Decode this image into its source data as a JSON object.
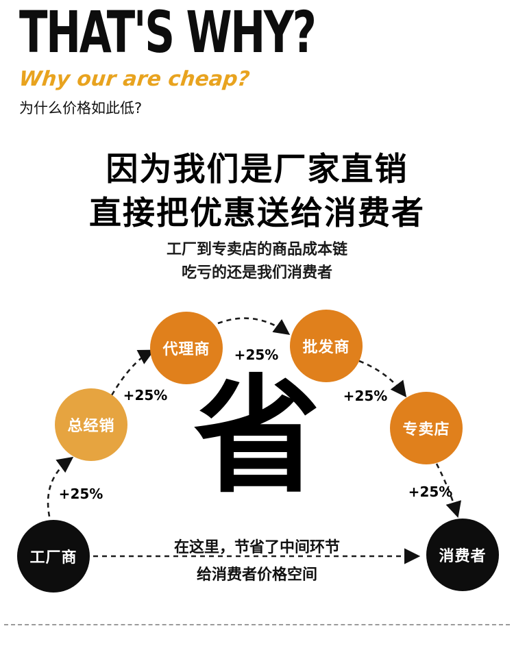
{
  "header": {
    "title": "THAT'S WHY?",
    "subtitle_script": "Why our are cheap?",
    "subtitle_cn": "为什么价格如此低?"
  },
  "headline": {
    "line1": "因为我们是厂家直销",
    "line2": "直接把优惠送给消费者",
    "sub1": "工厂到专卖店的商品成本链",
    "sub2": "吃亏的还是我们消费者"
  },
  "diagram": {
    "center_char": "省",
    "increment_label": "+25%",
    "colors": {
      "black": "#0d0d0d",
      "amber": "#e6a440",
      "orange": "#e0801c"
    },
    "nodes": [
      {
        "label": "工厂商",
        "type": "black"
      },
      {
        "label": "总经销",
        "type": "amber"
      },
      {
        "label": "代理商",
        "type": "orange"
      },
      {
        "label": "批发商",
        "type": "orange"
      },
      {
        "label": "专卖店",
        "type": "orange"
      },
      {
        "label": "消费者",
        "type": "black"
      }
    ],
    "note_line1": "在这里，节省了中间环节",
    "note_line2": "给消费者价格空间"
  }
}
